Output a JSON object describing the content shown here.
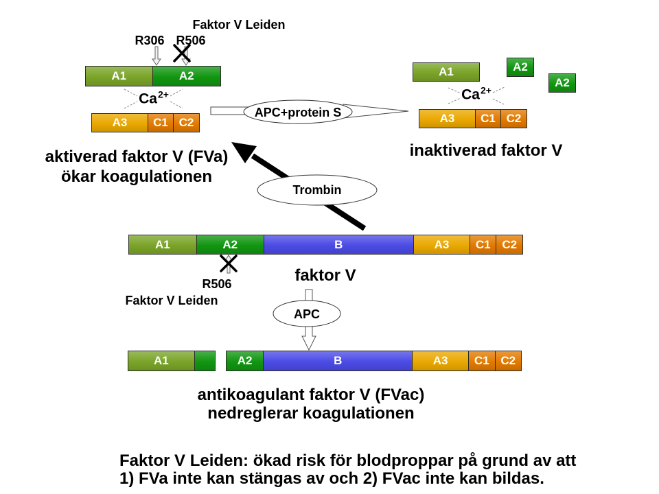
{
  "colors": {
    "a1": "#7aa428",
    "a2": "#119611",
    "b": "#4b4be6",
    "a3": "#eaa800",
    "c": "#e27a00"
  },
  "fva": {
    "leiden_label": "Faktor V Leiden",
    "r306_label": "R306",
    "r506_label": "R506",
    "heavy_chain": [
      "A1",
      "A2"
    ],
    "ca": "Ca",
    "ca_charge": "2+",
    "light_chain": [
      "A3",
      "C1",
      "C2"
    ],
    "caption": [
      "aktiverad faktor V (FVa)",
      "ökar koagulationen"
    ]
  },
  "inactivation": {
    "enzyme": "APC+protein S"
  },
  "inactive_fv": {
    "a1": "A1",
    "a2_fragments": [
      "A2",
      "A2"
    ],
    "ca": "Ca",
    "ca_charge": "2+",
    "light_chain": [
      "A3",
      "C1",
      "C2"
    ],
    "caption": "inaktiverad faktor V"
  },
  "activation": {
    "enzyme": "Trombin"
  },
  "factor_v": {
    "domains": [
      "A1",
      "A2",
      "B",
      "A3",
      "C1",
      "C2"
    ],
    "caption": "faktor V",
    "r506_label": "R506",
    "leiden_label": "Faktor V Leiden"
  },
  "apc_cleavage": {
    "enzyme": "APC"
  },
  "fvac": {
    "domains": [
      "A1",
      "A2",
      "B",
      "A3",
      "C1",
      "C2"
    ],
    "caption": [
      "antikoagulant faktor V (FVac)",
      "nedreglerar koagulationen"
    ]
  },
  "footer": [
    "Faktor V Leiden: ökad risk för blodproppar på grund av att",
    "1) FVa inte kan stängas av och 2) FVac inte kan bildas."
  ]
}
